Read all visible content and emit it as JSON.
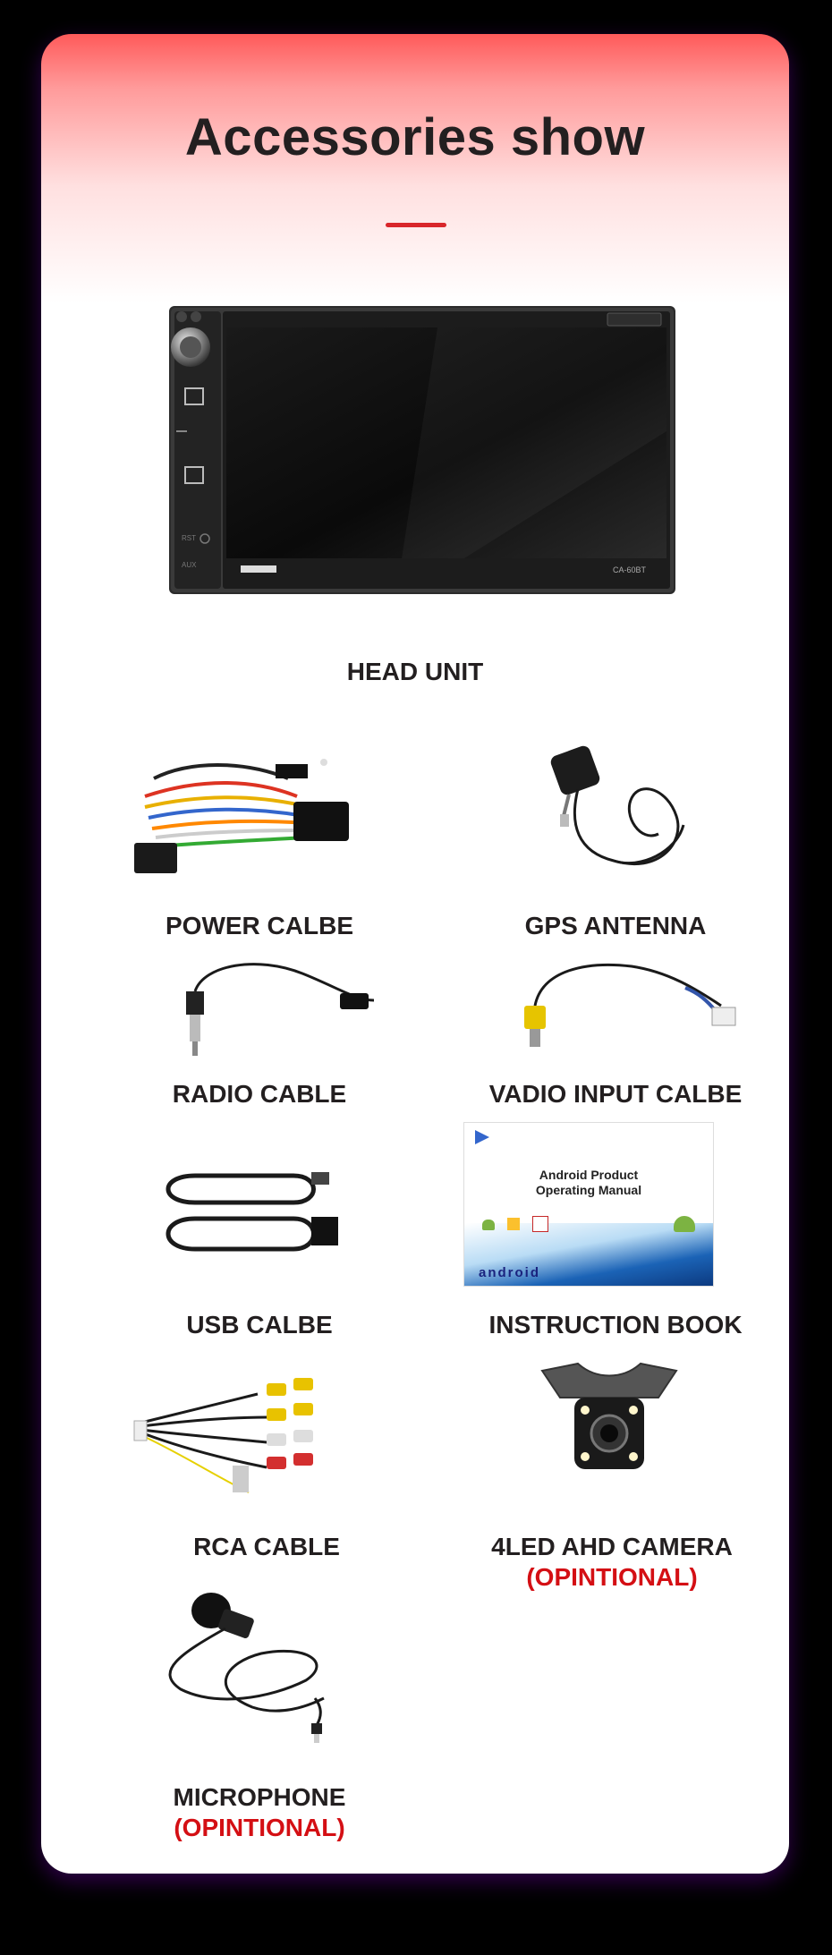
{
  "title": "Accessories show",
  "head_unit": {
    "label": "HEAD UNIT",
    "model": "CA-60BT",
    "btn_rst": "RST",
    "btn_aux": "AUX"
  },
  "items": [
    {
      "label": "POWER CALBE",
      "note": ""
    },
    {
      "label": "GPS ANTENNA",
      "note": ""
    },
    {
      "label": "RADIO CABLE",
      "note": ""
    },
    {
      "label": "VADIO INPUT CALBE",
      "note": ""
    },
    {
      "label": "USB CALBE",
      "note": ""
    },
    {
      "label": "INSTRUCTION BOOK",
      "note": ""
    },
    {
      "label": "RCA CABLE",
      "note": ""
    },
    {
      "label": "4LED AHD CAMERA",
      "note": "(OPINTIONAL)"
    },
    {
      "label": "MICROPHONE",
      "note": "(OPINTIONAL)"
    }
  ],
  "manual": {
    "line1": "Android Product",
    "line2": "Operating Manual",
    "brand": "android"
  },
  "colors": {
    "accent": "#d9262b",
    "optional": "#d40f14",
    "text": "#231f20"
  }
}
